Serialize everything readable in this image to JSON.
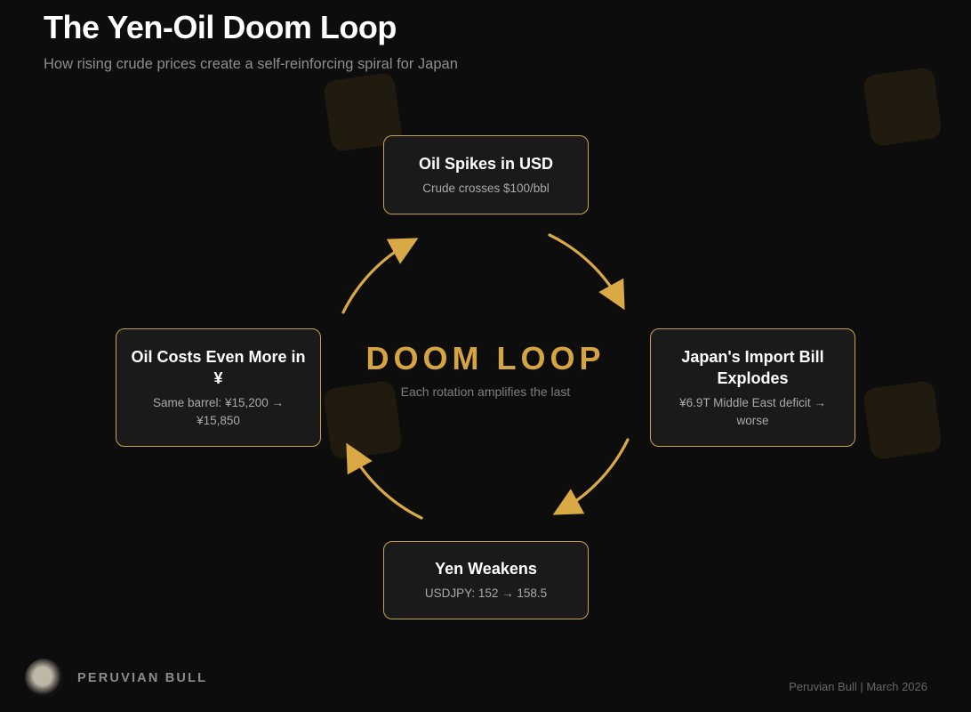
{
  "header": {
    "title": "The Yen-Oil Doom Loop",
    "subtitle": "How rising crude prices create a self-reinforcing spiral for Japan"
  },
  "center": {
    "title": "DOOM LOOP",
    "subtitle": "Each rotation amplifies the last"
  },
  "nodes": [
    {
      "id": "top",
      "title": "Oil Spikes in USD",
      "subtitle": "Crude crosses $100/bbl"
    },
    {
      "id": "right",
      "title": "Japan's Import Bill Explodes",
      "subtitle": "¥6.9T Middle East deficit → worse"
    },
    {
      "id": "bottom",
      "title": "Yen Weakens",
      "subtitle": "USDJPY: 152 → 158.5"
    },
    {
      "id": "left",
      "title": "Oil Costs Even More in ¥",
      "subtitle": "Same barrel: ¥15,200 → ¥15,850"
    }
  ],
  "arrows": [
    {
      "from": "top",
      "to": "right",
      "icon": "arrow-clockwise-icon"
    },
    {
      "from": "right",
      "to": "bottom",
      "icon": "arrow-clockwise-icon"
    },
    {
      "from": "bottom",
      "to": "left",
      "icon": "arrow-clockwise-icon"
    },
    {
      "from": "left",
      "to": "top",
      "icon": "arrow-clockwise-icon"
    }
  ],
  "footer": {
    "brand": "PERUVIAN BULL",
    "credit": "Peruvian Bull | March 2026"
  },
  "colors": {
    "background": "#0d0d0d",
    "accent": "#d4a443",
    "card": "#1a1a1a",
    "card_border": "#c9a24a"
  }
}
